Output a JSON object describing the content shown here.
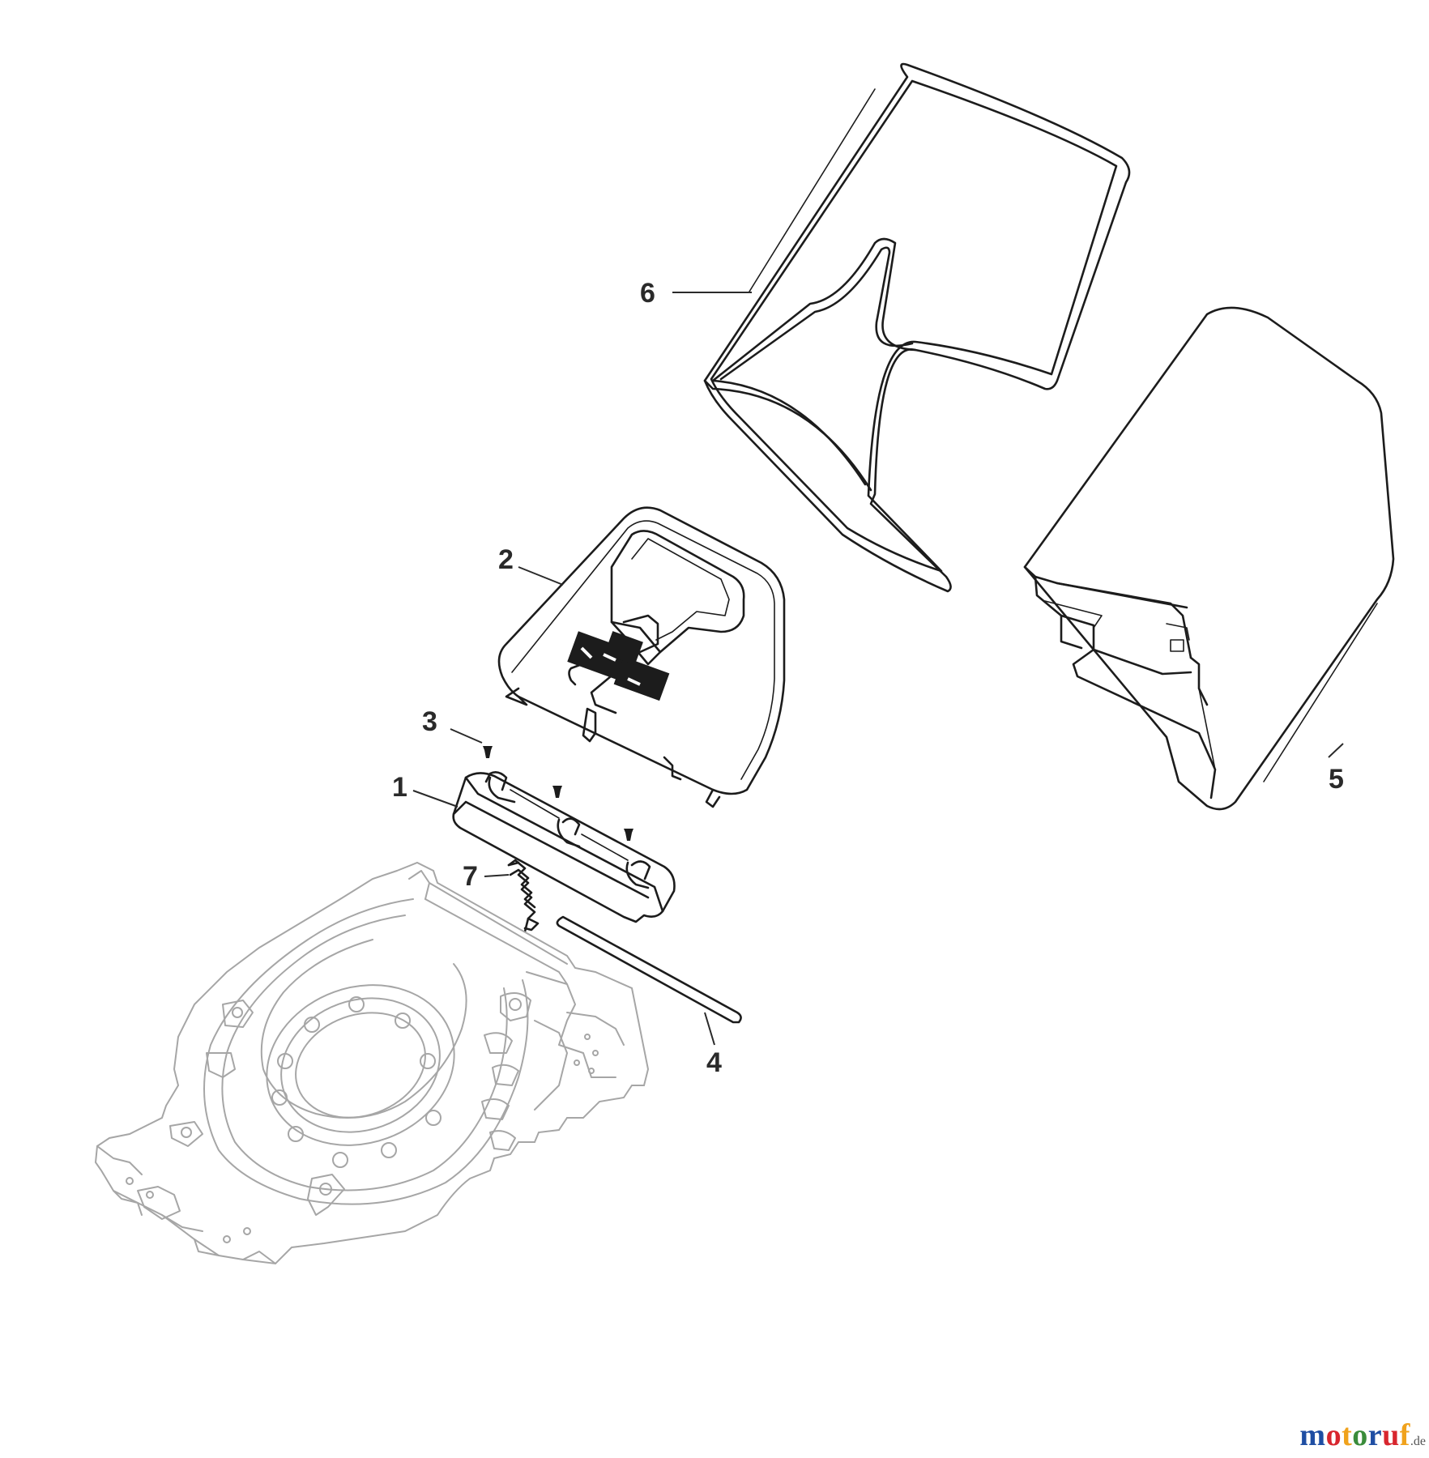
{
  "callouts": [
    {
      "id": "1",
      "label": "1"
    },
    {
      "id": "2",
      "label": "2"
    },
    {
      "id": "3",
      "label": "3"
    },
    {
      "id": "4",
      "label": "4"
    },
    {
      "id": "5",
      "label": "5"
    },
    {
      "id": "6",
      "label": "6"
    },
    {
      "id": "7",
      "label": "7"
    }
  ],
  "watermark": {
    "letters": [
      "m",
      "o",
      "t",
      "o",
      "r",
      "u",
      "f"
    ],
    "letter_colors": [
      "#1f4ea3",
      "#d8262e",
      "#f0a21c",
      "#3a8c3b",
      "#1f4ea3",
      "#d8262e",
      "#f0a21c"
    ],
    "tld": ".de"
  }
}
